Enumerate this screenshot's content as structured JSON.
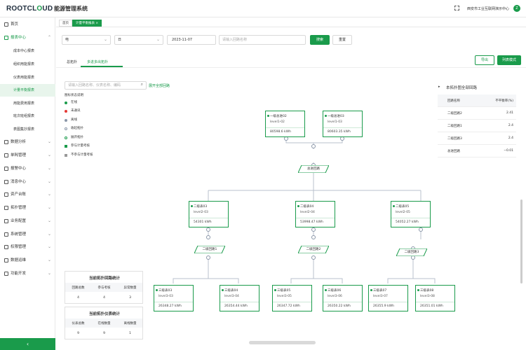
{
  "app": {
    "logo_prefix": "ROOTCL",
    "logo_o": "O",
    "logo_suffix": "UD",
    "title": "能源管理系统"
  },
  "header": {
    "org": "西安市工业互联网演示中心",
    "avatar": "Z"
  },
  "sidebar": {
    "home": "首页",
    "report_center": "报表中心",
    "sub_items": [
      "成本中心报表",
      "组织用能报表",
      "仪表用能报表",
      "计量平衡报表",
      "用能费用报表",
      "班次班组报表",
      "表图集抄报表"
    ],
    "groups": [
      "数据分析",
      "单耗管理",
      "报警中心",
      "消息中心",
      "资产台账",
      "拓扑管理",
      "业务配置",
      "系统管理",
      "权限管理",
      "数据运维",
      "功能开发"
    ]
  },
  "page_tabs": [
    "首页",
    "计量平衡报表"
  ],
  "filters": {
    "energy": "电",
    "period": "日",
    "date": "2023-11-07",
    "name_placeholder": "请输入回路名称",
    "search": "搜索",
    "reset": "重置"
  },
  "view_tabs": [
    "总拓扑",
    "多进多出拓扑"
  ],
  "actions": {
    "export": "导出",
    "list_mode": "列表模式"
  },
  "tree_search": {
    "placeholder": "请输入回路名称、仪表名称、编码",
    "expand_all": "展开全部回路"
  },
  "legend": {
    "title": "图标状态说明",
    "items": [
      "在线",
      "未通讯",
      "离线",
      "收起拓扑",
      "展开拓扑",
      "参与计量考核",
      "不参与计量考核"
    ]
  },
  "nodes": {
    "in1": {
      "name": "一级总进02",
      "code": "level1-02",
      "value": "80598.6 kWh"
    },
    "in2": {
      "name": "一级总进03",
      "code": "level1-03",
      "value": "80603.35 kWh"
    },
    "l2a": {
      "name": "二级表03",
      "code": "level2-03",
      "value": "54301 kWh"
    },
    "l2b": {
      "name": "二级表04",
      "code": "level2-04",
      "value": "53998.47 kWh"
    },
    "l2c": {
      "name": "二级表05",
      "code": "level2-05",
      "value": "54052.27 kWh"
    },
    "m1": {
      "name": "三级表03",
      "code": "level3-03",
      "value": "26348.27 kWh"
    },
    "m2": {
      "name": "三级表04",
      "code": "level3-04",
      "value": "26354.44 kWh"
    },
    "m3": {
      "name": "三级表05",
      "code": "level3-05",
      "value": "26347.72 kWh"
    },
    "m4": {
      "name": "三级表06",
      "code": "level3-06",
      "value": "26350.22 kWh"
    },
    "m5": {
      "name": "三级表07",
      "code": "level3-07",
      "value": "26355.9 kWh"
    },
    "m6": {
      "name": "三级表08",
      "code": "level3-08",
      "value": "26351.01 kWh"
    }
  },
  "loops": {
    "total": "总进回路",
    "l1": "二级回路1",
    "l2": "二级回路2",
    "l3": "二级回路3"
  },
  "imbalance": {
    "title": "本拓扑图全部回路",
    "headers": [
      "回路名称",
      "不平衡率(%)"
    ],
    "rows": [
      [
        "二级回路2",
        "2.41"
      ],
      [
        "二级回路1",
        "2.4"
      ],
      [
        "二级回路3",
        "2.4"
      ],
      [
        "总进回路",
        "−0.01"
      ]
    ]
  },
  "loop_stats": {
    "title": "当前拓扑回路统计",
    "headers": [
      "回路总数",
      "参与考核",
      "异常数量"
    ],
    "values": [
      "4",
      "4",
      "3"
    ]
  },
  "meter_stats": {
    "title": "当前拓扑仪表统计",
    "headers": [
      "仪表总数",
      "在线数量",
      "离线数量"
    ],
    "values": [
      "9",
      "9",
      "1"
    ]
  },
  "colors": {
    "brand": "#1a9b4b",
    "offline": "#e53935"
  }
}
